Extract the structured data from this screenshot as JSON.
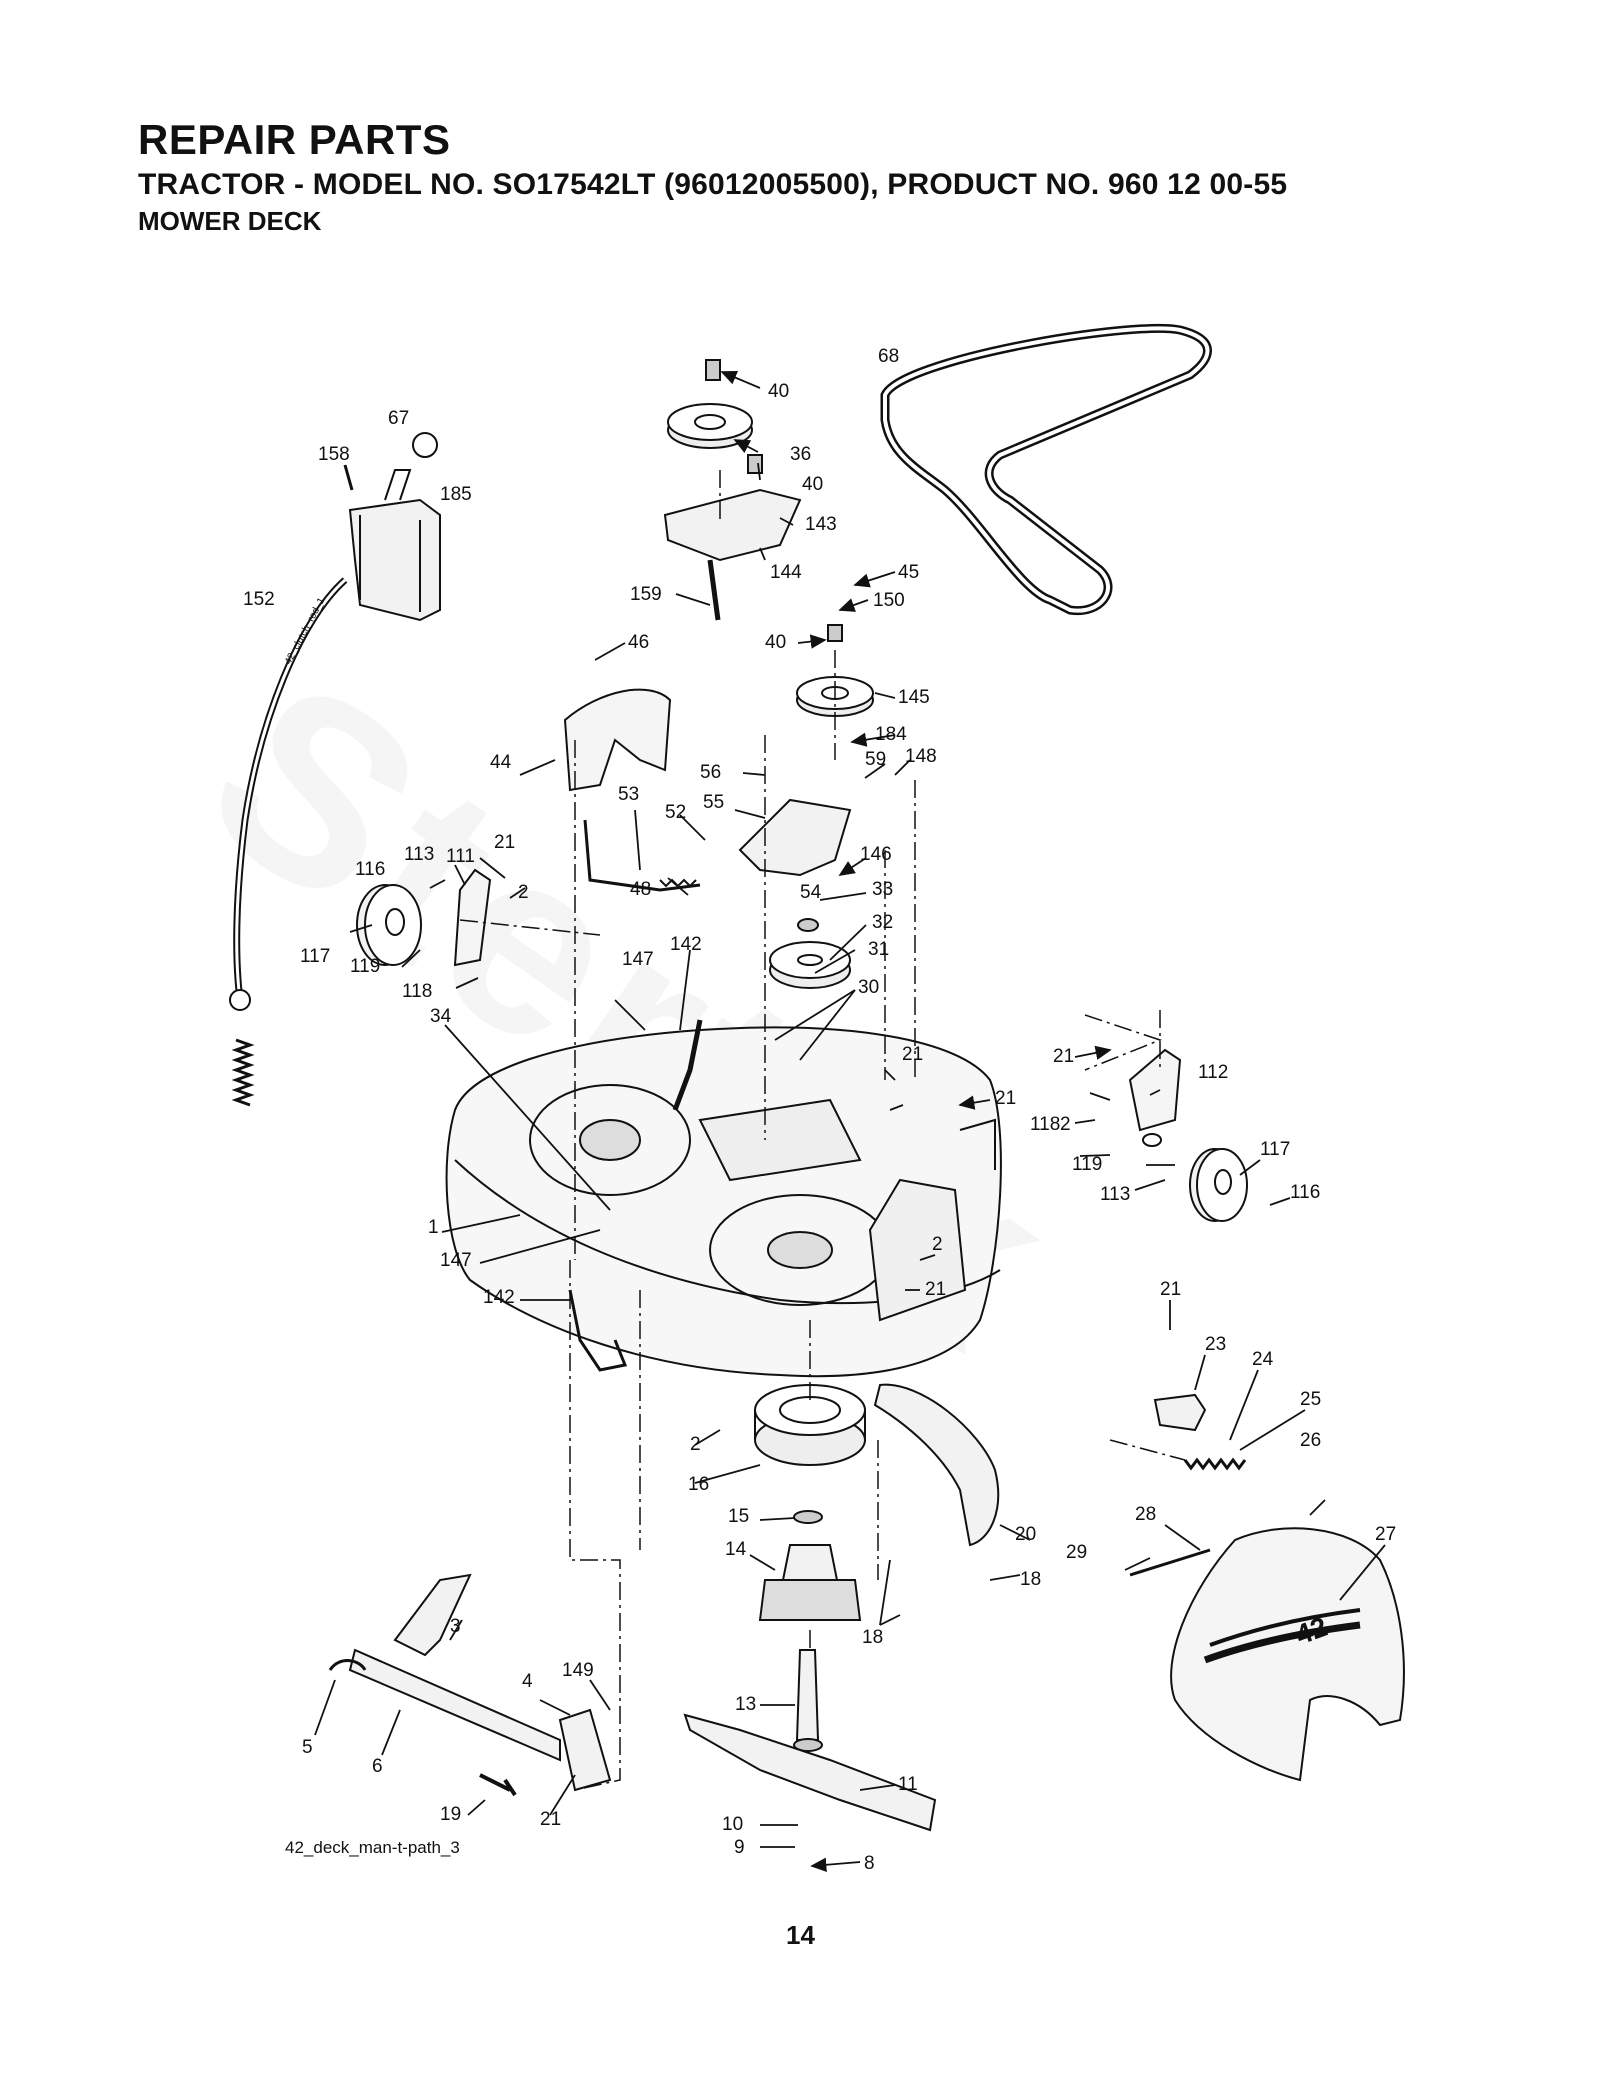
{
  "header": {
    "title": "REPAIR PARTS",
    "subtitle": "TRACTOR - MODEL NO. SO17542LT (96012005500), PRODUCT NO. 960 12 00-55",
    "section": "MOWER DECK"
  },
  "diagram": {
    "filename": "42_deck_man-t-path_3",
    "cable_text": "42_clutch_rod_1",
    "shield_badge": "42",
    "watermark": "Stertek",
    "part_labels": [
      "40",
      "68",
      "67",
      "36",
      "158",
      "40",
      "185",
      "143",
      "144",
      "152",
      "45",
      "159",
      "150",
      "40",
      "46",
      "145",
      "184",
      "44",
      "56",
      "59",
      "148",
      "53",
      "52",
      "55",
      "21",
      "113",
      "111",
      "146",
      "116",
      "2",
      "48",
      "54",
      "33",
      "32",
      "117",
      "119",
      "147",
      "142",
      "31",
      "118",
      "30",
      "34",
      "21",
      "21",
      "21",
      "2",
      "112",
      "118",
      "117",
      "119",
      "113",
      "116",
      "1",
      "147",
      "2",
      "21",
      "142",
      "21",
      "23",
      "24",
      "2",
      "25",
      "16",
      "26",
      "15",
      "20",
      "28",
      "14",
      "27",
      "29",
      "18",
      "18",
      "3",
      "4",
      "149",
      "5",
      "6",
      "13",
      "11",
      "19",
      "21",
      "10",
      "9",
      "8"
    ]
  },
  "page": {
    "number": "14"
  }
}
